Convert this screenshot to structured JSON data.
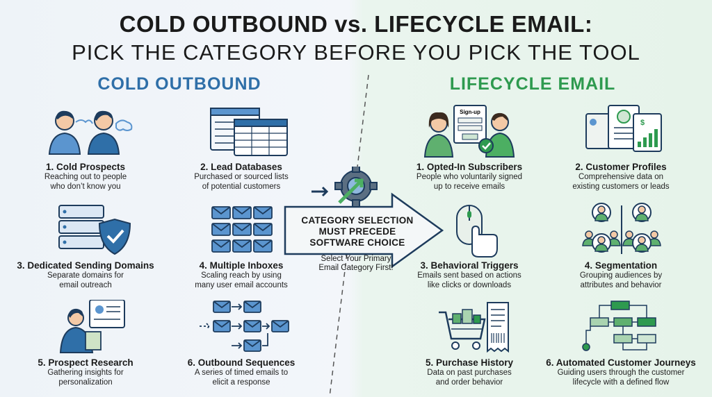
{
  "header": {
    "title_line1": "COLD OUTBOUND vs. LIFECYCLE EMAIL:",
    "title_line2": "PICK THE CATEGORY BEFORE YOU PICK THE TOOL"
  },
  "left": {
    "heading": "COLD OUTBOUND",
    "items": [
      {
        "title": "1. Cold Prospects",
        "desc1": "Reaching out to people",
        "desc2": "who don’t know you",
        "icon": "people-talking-icon"
      },
      {
        "title": "2. Lead Databases",
        "desc1": "Purchased or sourced lists",
        "desc2": "of potential customers",
        "icon": "database-table-icon"
      },
      {
        "title": "3. Dedicated Sending Domains",
        "desc1": "Separate domains for",
        "desc2": "email outreach",
        "icon": "server-shield-icon"
      },
      {
        "title": "4. Multiple Inboxes",
        "desc1": "Scaling reach by using",
        "desc2": "many user email accounts",
        "icon": "envelopes-grid-icon"
      },
      {
        "title": "5. Prospect Research",
        "desc1": "Gathering insights for",
        "desc2": "personalization",
        "icon": "researcher-icon"
      },
      {
        "title": "6. Outbound Sequences",
        "desc1": "A series of timed emails to",
        "desc2": "elicit a response",
        "icon": "email-sequence-icon"
      }
    ]
  },
  "right": {
    "heading": "LIFECYCLE EMAIL",
    "items": [
      {
        "title": "1. Opted-In Subscribers",
        "desc1": "People who voluntarily signed",
        "desc2": "up to receive emails",
        "icon": "signup-form-icon"
      },
      {
        "title": "2. Customer Profiles",
        "desc1": "Comprehensive data on",
        "desc2": "existing customers or leads",
        "icon": "profile-cards-icon"
      },
      {
        "title": "3. Behavioral Triggers",
        "desc1": "Emails sent based on actions",
        "desc2": "like clicks or downloads",
        "icon": "mouse-click-icon"
      },
      {
        "title": "4. Segmentation",
        "desc1": "Grouping audiences by",
        "desc2": "attributes and behavior",
        "icon": "audience-groups-icon"
      },
      {
        "title": "5. Purchase History",
        "desc1": "Data on past purchases",
        "desc2": "and order behavior",
        "icon": "cart-receipt-icon"
      },
      {
        "title": "6. Automated Customer Journeys",
        "desc1": "Guiding users through the customer",
        "desc2": "lifecycle with a defined flow",
        "icon": "flowchart-icon"
      }
    ]
  },
  "center": {
    "line1": "CATEGORY SELECTION",
    "line2": "MUST PRECEDE",
    "line3": "SOFTWARE CHOICE",
    "sub1": "Select Your Primary",
    "sub2": "Email Category First!",
    "icon": "gear-arrow-icon"
  },
  "colors": {
    "blue": "#2f6fa8",
    "green": "#2e9a4f",
    "left_bg": "#eef3f8",
    "right_bg": "#e6f3ea"
  }
}
